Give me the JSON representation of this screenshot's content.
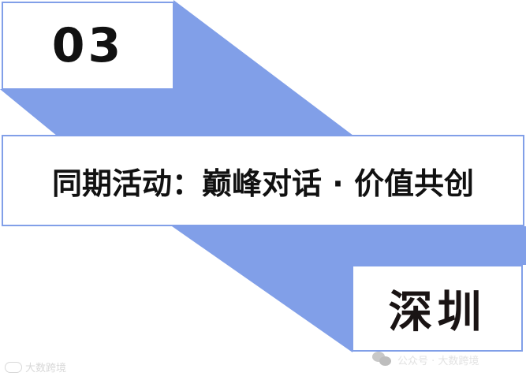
{
  "section": {
    "number": "03",
    "title": "同期活动：巅峰对话 · 价值共创",
    "city": "深圳"
  },
  "colors": {
    "accent_blue": "#819fe8",
    "text": "#111111",
    "background": "#ffffff"
  },
  "watermarks": {
    "left_brand": "大数跨境",
    "left_icon": "brand-logo-icon",
    "right_text": "公众号 · 大数跨境",
    "right_icon": "wechat-icon"
  }
}
